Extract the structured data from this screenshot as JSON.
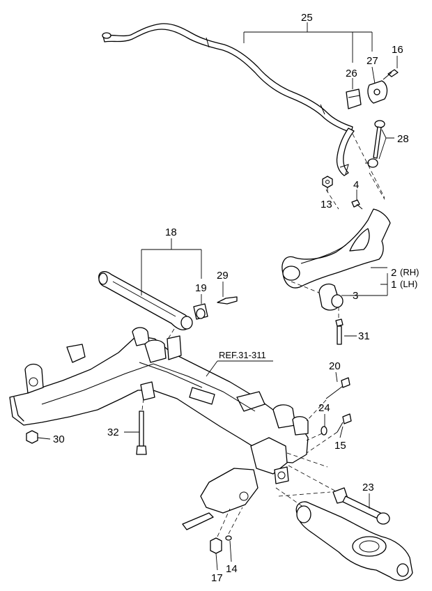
{
  "diagram": {
    "reference": "REF.31-311",
    "callouts": {
      "c25": "25",
      "c26": "26",
      "c27": "27",
      "c16": "16",
      "c28": "28",
      "c13": "13",
      "c4": "4",
      "c18": "18",
      "c19": "19",
      "c29": "29",
      "c2": "2",
      "c2_side": "(RH)",
      "c1": "1",
      "c1_side": "(LH)",
      "c3": "3",
      "c31": "31",
      "c20": "20",
      "c24": "24",
      "c15": "15",
      "c32": "32",
      "c30": "30",
      "c23": "23",
      "c14": "14",
      "c17": "17"
    }
  }
}
